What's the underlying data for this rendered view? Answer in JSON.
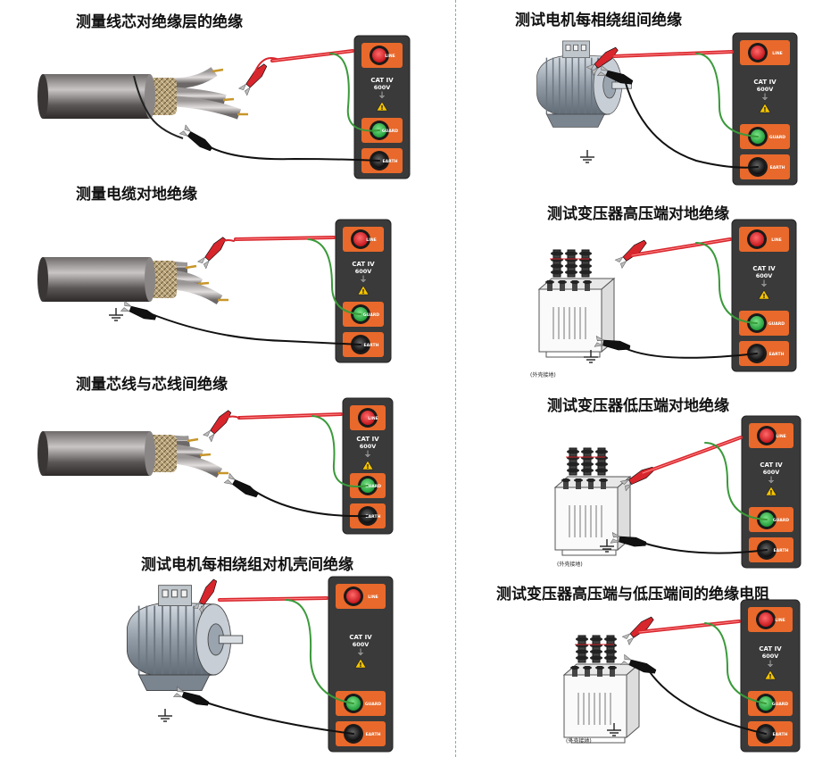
{
  "titles": {
    "p1": "测量线芯对绝缘层的绝缘",
    "p2": "测量电缆对地绝缘",
    "p3": "测量芯线与芯线间绝缘",
    "p4": "测试电机每相绕组对机壳间绝缘",
    "p5": "测试电机每相绕组间绝缘",
    "p6": "测试变压器高压端对地绝缘",
    "p7": "测试变压器低压端对地绝缘",
    "p8": "测试变压器高压端与低压端间的绝缘电阻"
  },
  "meter": {
    "line_label": "LINE",
    "guard_label": "GUARD",
    "earth_label": "EARTH",
    "cat_label": "CAT IV",
    "volt_label": "600V",
    "ground_symbol": "⏚",
    "warning_symbol": "!"
  },
  "transformer": {
    "shell_ground_note": "(外壳接地)"
  },
  "colors": {
    "line_jack": "#e4252c",
    "guard_jack": "#2cb34a",
    "earth_jack": "#222222",
    "meter_body": "#3a3a3a",
    "jack_plate": "#e8692b",
    "red_lead": "#d8262d",
    "green_lead": "#3a9a3a",
    "black_lead": "#111111"
  }
}
